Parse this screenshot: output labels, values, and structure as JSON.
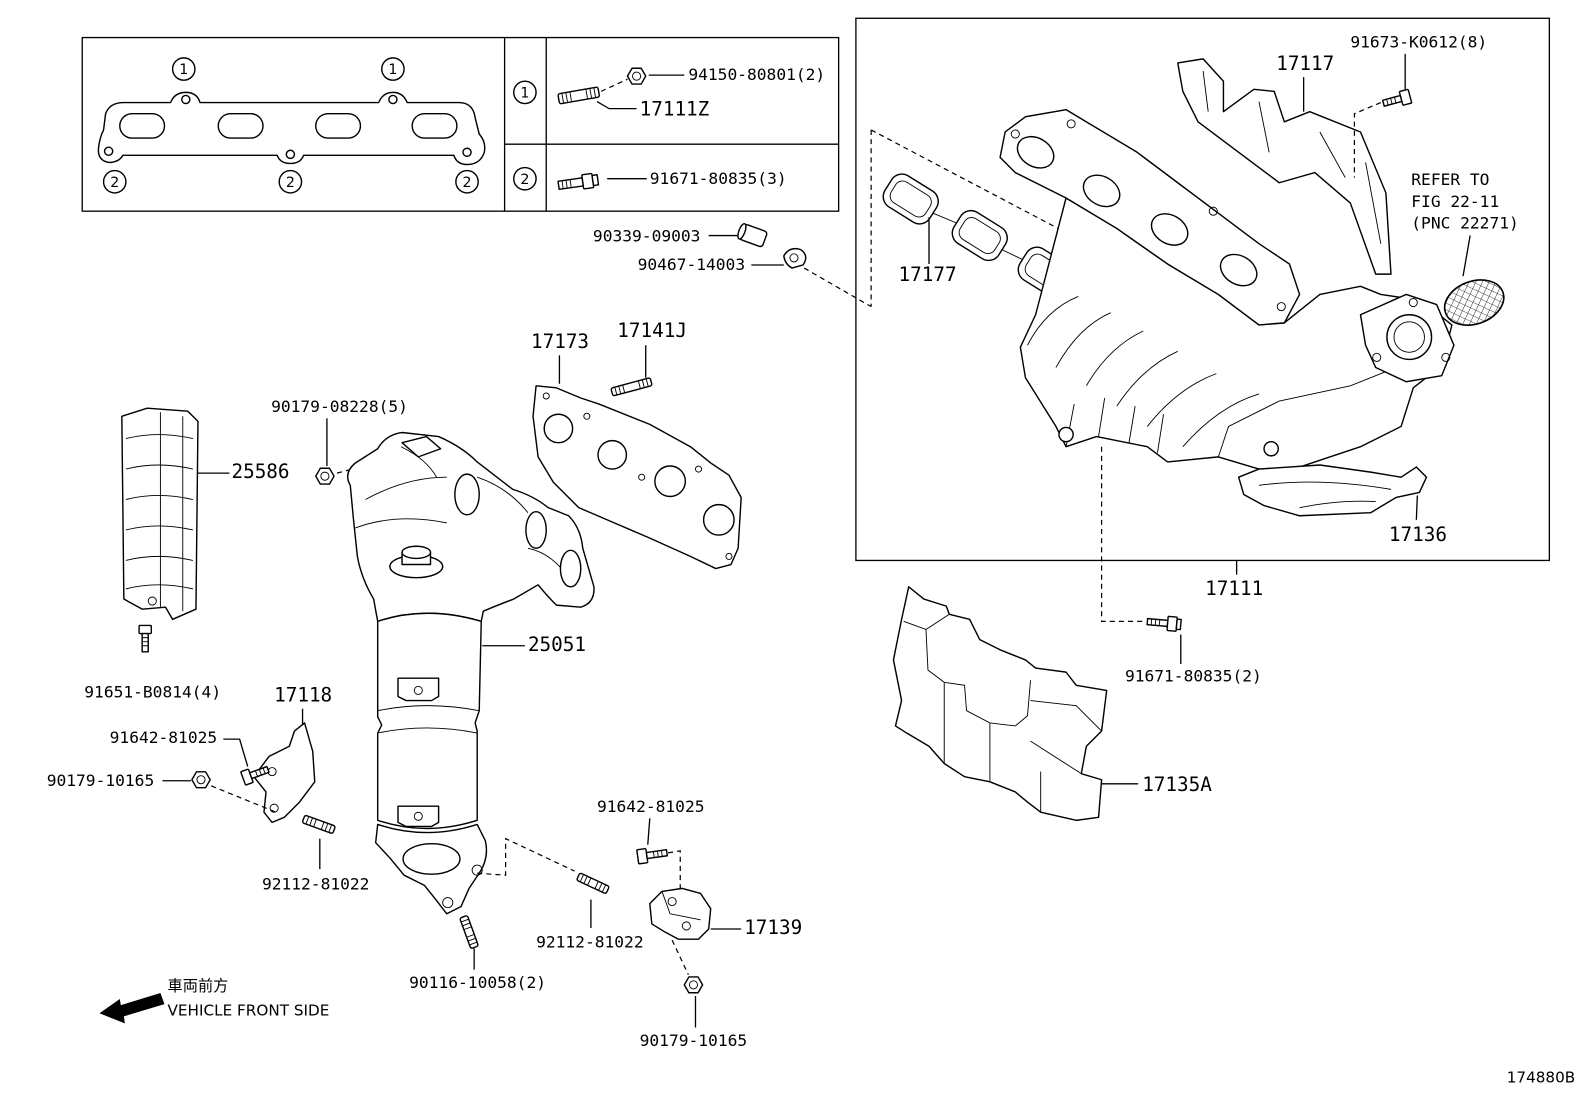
{
  "colors": {
    "ink": "#000000",
    "background": "#ffffff"
  },
  "inset": {
    "marker_1": "1",
    "marker_2": "2",
    "row_1": {
      "nut": "94150-80801(2)",
      "stud": "17111Z"
    },
    "row_2": {
      "bolt": "91671-80835(3)"
    }
  },
  "intake": {
    "sleeve": "90339-09003",
    "clip": "90467-14003",
    "gasket": "17177",
    "upper_insulator": "17117",
    "top_bolt": "91673-K0612(8)",
    "refer_note": [
      "REFER TO",
      "FIG 22-11",
      "(PNC 22271)"
    ],
    "lower_insulator": "17136",
    "manifold": "17111",
    "bottom_bolt": "91671-80835(2)",
    "side_insulator": "17135A"
  },
  "exhaust": {
    "gasket": "17173",
    "stud_top": "17141J",
    "nut_top": "90179-08228(5)",
    "heat_insulator": "25586",
    "manifold_converter": "25051",
    "insulator_bolt": "91651-B0814(4)",
    "stay_left": "17118",
    "stay_left_bolt": "91642-81025",
    "stay_left_nut": "90179-10165",
    "stay_left_stud": "92112-81022",
    "stay_right_bolt": "91642-81025",
    "stay_right": "17139",
    "stay_right_stud": "92112-81022",
    "flange_stud": "90116-10058(2)",
    "stay_right_nut": "90179-10165"
  },
  "direction": {
    "jp": "車両前方",
    "en": "VEHICLE FRONT SIDE"
  },
  "figure_id": "174880B"
}
